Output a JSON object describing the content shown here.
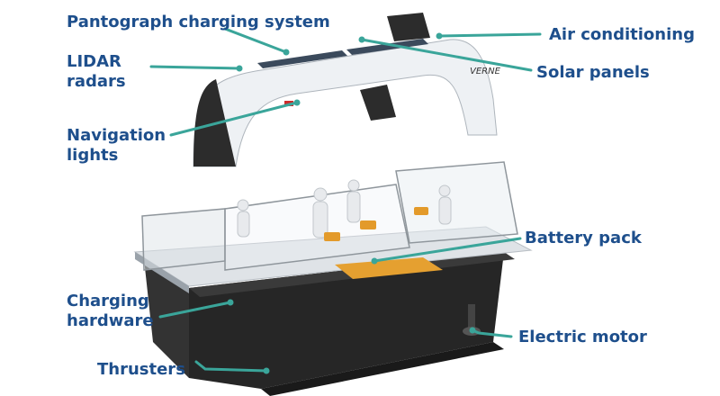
{
  "colors": {
    "label_text": "#1e4f8c",
    "leader_line": "#3aa59a",
    "hull": "#2a2a2a",
    "seat_accent": "#e39a2a",
    "battery": "#e5a030",
    "canopy": "#eef1f4"
  },
  "labels": {
    "pantograph": "Pantograph charging system",
    "lidar": "LIDAR\nradars",
    "navigation": "Navigation\nlights",
    "air_conditioning": "Air conditioning",
    "solar_panels": "Solar panels",
    "battery_pack": "Battery pack",
    "charging_hardware": "Charging\nhardware",
    "electric_motor": "Electric motor",
    "thrusters": "Thrusters"
  },
  "logo_text": "VERNE"
}
